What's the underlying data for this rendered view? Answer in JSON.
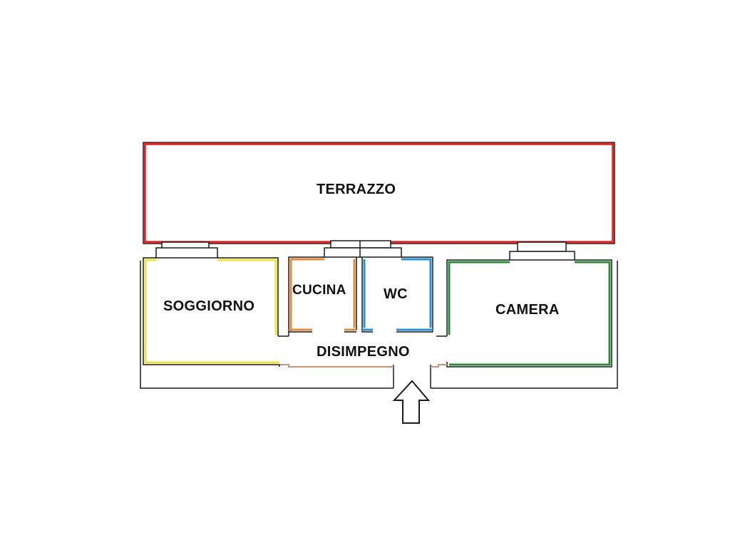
{
  "plan": {
    "rooms": [
      {
        "id": "terrazzo",
        "label": "TERRAZZO",
        "color": "#d42a2a"
      },
      {
        "id": "soggiorno",
        "label": "SOGGIORNO",
        "color": "#f2e23a"
      },
      {
        "id": "cucina",
        "label": "CUCINA",
        "color": "#e08a3c"
      },
      {
        "id": "wc",
        "label": "WC",
        "color": "#2a8fd6"
      },
      {
        "id": "camera",
        "label": "CAMERA",
        "color": "#2e8b3a"
      },
      {
        "id": "disimpegno",
        "label": "DISIMPEGNO",
        "color": "#c89474"
      }
    ],
    "wall_color": "#1a1a1a",
    "entrance_icon": "arrow-up-icon"
  }
}
